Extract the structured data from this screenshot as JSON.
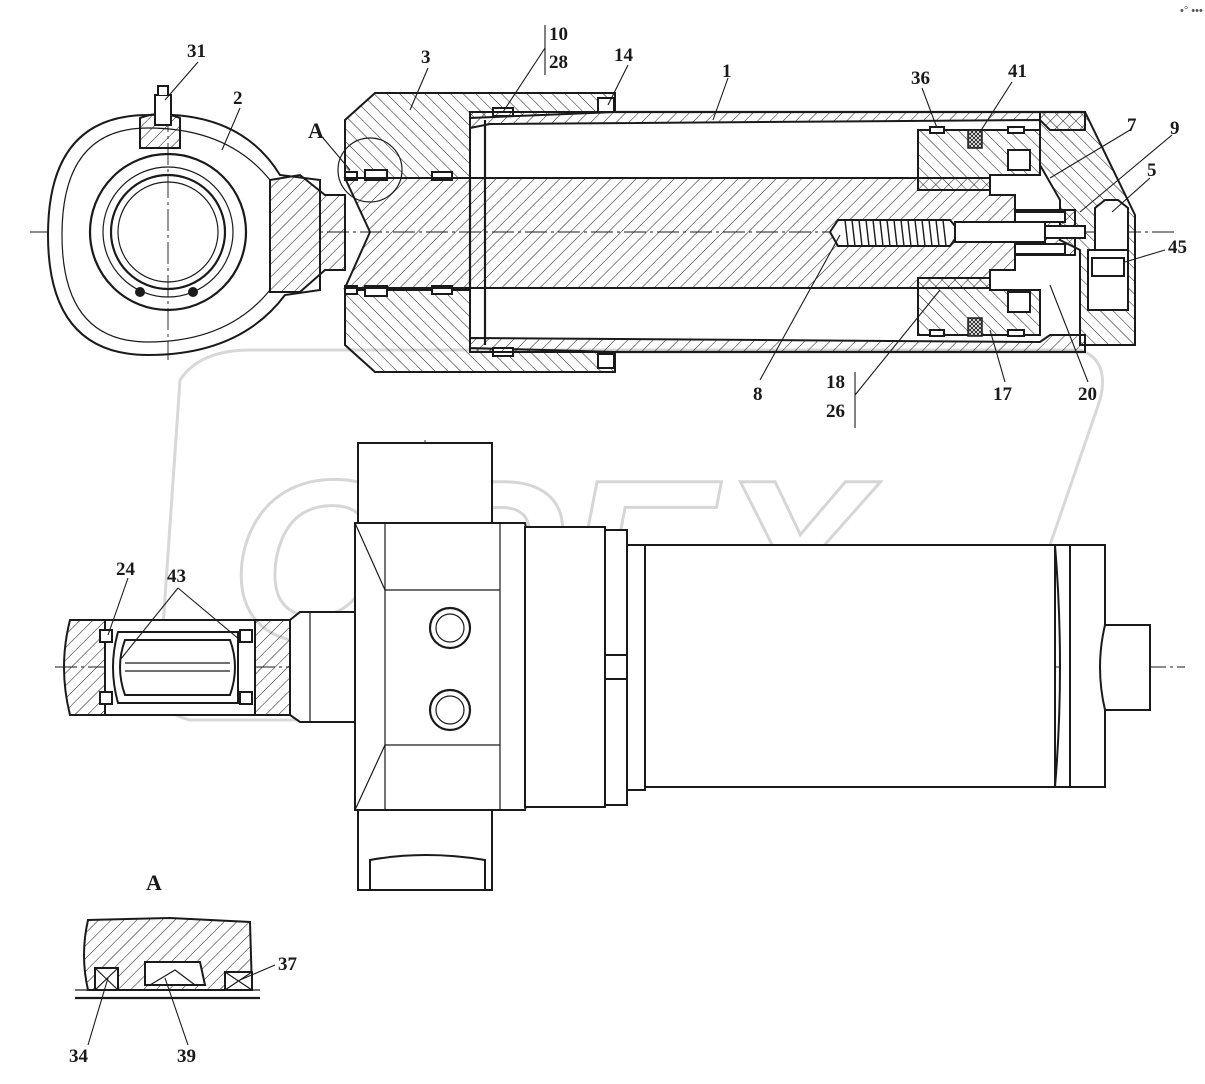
{
  "corner_mark": "•° •••",
  "section_view_label": "A",
  "section_marker_label": "A",
  "watermark_text": "OPEX",
  "callouts": {
    "c31": "31",
    "c2": "2",
    "c3": "3",
    "c10": "10",
    "c28": "28",
    "c14": "14",
    "c1": "1",
    "c36": "36",
    "c41": "41",
    "c7": "7",
    "c9": "9",
    "c5": "5",
    "c45": "45",
    "c8": "8",
    "c18": "18",
    "c26": "26",
    "c17": "17",
    "c20": "20",
    "c24": "24",
    "c43": "43",
    "c37": "37",
    "c34": "34",
    "c39": "39"
  }
}
